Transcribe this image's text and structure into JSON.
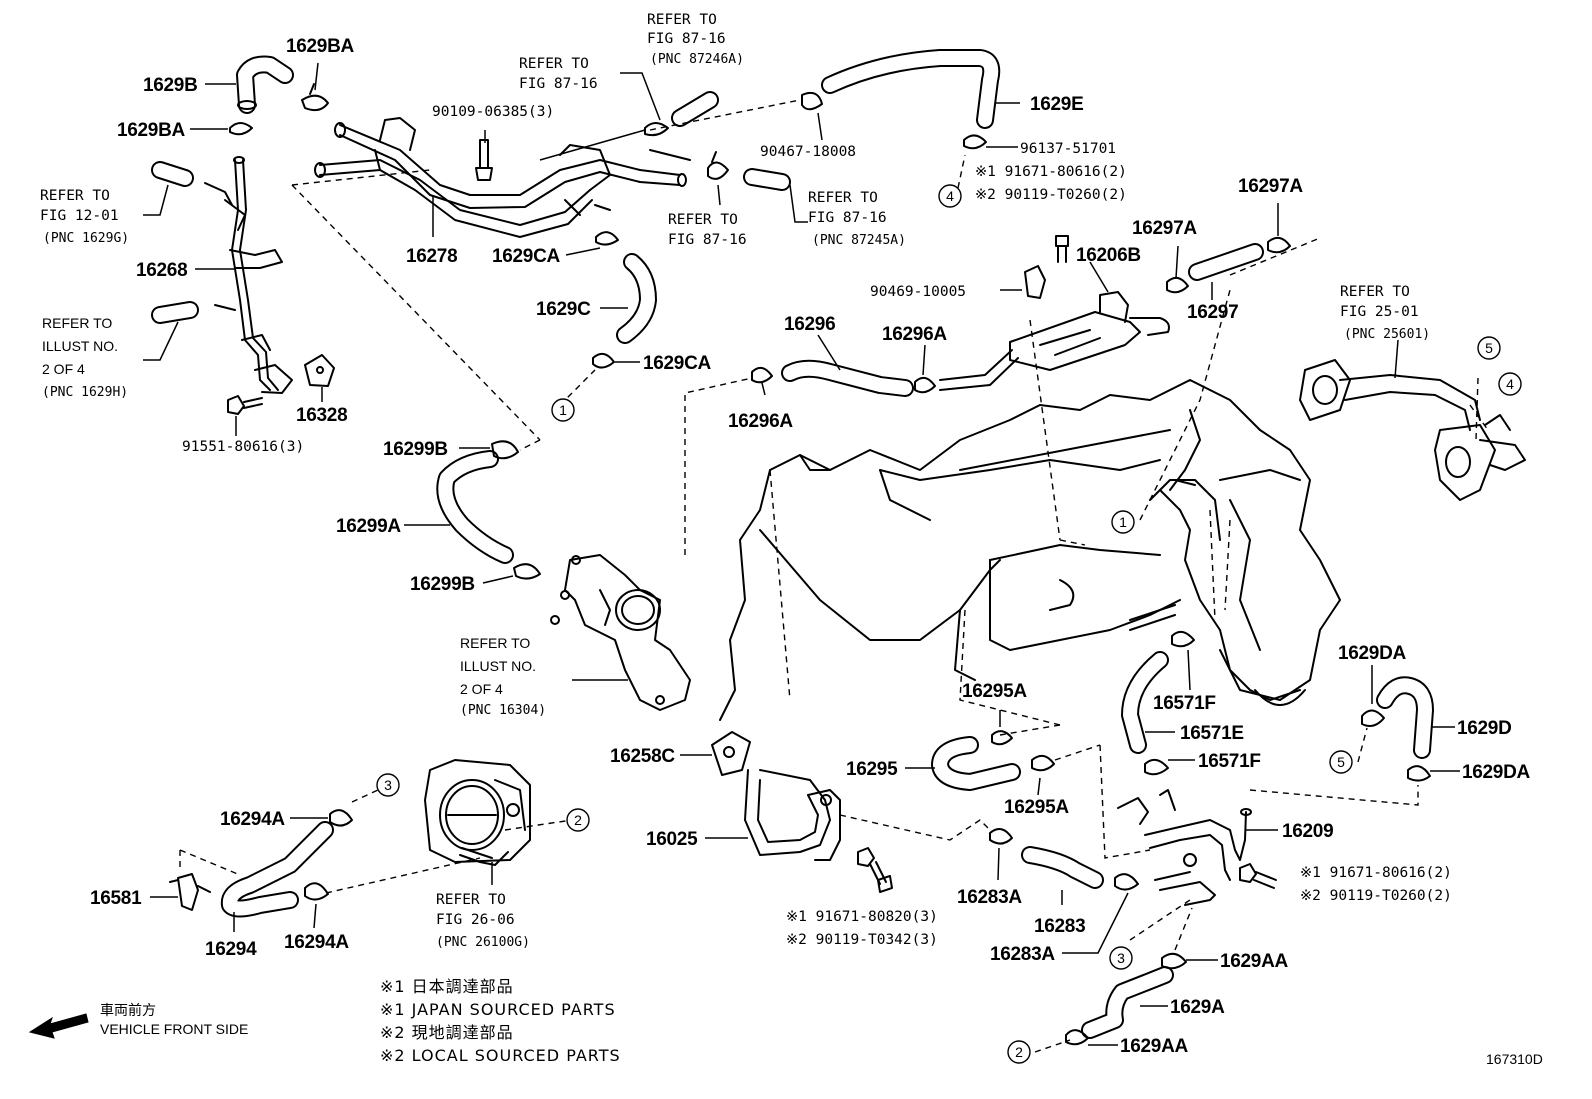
{
  "figure_code": "167310D",
  "labels": [
    {
      "id": "l1629ba-top",
      "text": "1629BA"
    },
    {
      "id": "l1629b",
      "text": "1629B"
    },
    {
      "id": "l1629ba-left",
      "text": "1629BA"
    },
    {
      "id": "l90109",
      "text": "90109-06385(3)"
    },
    {
      "id": "l16278",
      "text": "16278"
    },
    {
      "id": "l16268",
      "text": "16268"
    },
    {
      "id": "l16328",
      "text": "16328"
    },
    {
      "id": "l91551",
      "text": "91551-80616(3)"
    },
    {
      "id": "l1629ca-top",
      "text": "1629CA"
    },
    {
      "id": "l1629c",
      "text": "1629C"
    },
    {
      "id": "l1629ca-bot",
      "text": "1629CA"
    },
    {
      "id": "l16299b-top",
      "text": "16299B"
    },
    {
      "id": "l16299a",
      "text": "16299A"
    },
    {
      "id": "l16299b-bot",
      "text": "16299B"
    },
    {
      "id": "l90467",
      "text": "90467-18008"
    },
    {
      "id": "l1629e",
      "text": "1629E"
    },
    {
      "id": "l96137",
      "text": "96137-51701"
    },
    {
      "id": "l16297a-l",
      "text": "16297A"
    },
    {
      "id": "l16297a-r",
      "text": "16297A"
    },
    {
      "id": "l16297",
      "text": "16297"
    },
    {
      "id": "l16206b",
      "text": "16206B"
    },
    {
      "id": "l90469",
      "text": "90469-10005"
    },
    {
      "id": "l16296",
      "text": "16296"
    },
    {
      "id": "l16296a-r",
      "text": "16296A"
    },
    {
      "id": "l16296a-l",
      "text": "16296A"
    },
    {
      "id": "l16295a-top",
      "text": "16295A"
    },
    {
      "id": "l16295",
      "text": "16295"
    },
    {
      "id": "l16295a-bot",
      "text": "16295A"
    },
    {
      "id": "l16571f-top",
      "text": "16571F"
    },
    {
      "id": "l16571e",
      "text": "16571E"
    },
    {
      "id": "l16571f-bot",
      "text": "16571F"
    },
    {
      "id": "l1629da-top",
      "text": "1629DA"
    },
    {
      "id": "l1629d",
      "text": "1629D"
    },
    {
      "id": "l1629da-bot",
      "text": "1629DA"
    },
    {
      "id": "l16209",
      "text": "16209"
    },
    {
      "id": "l16258c",
      "text": "16258C"
    },
    {
      "id": "l16025",
      "text": "16025"
    },
    {
      "id": "l16283a-top",
      "text": "16283A"
    },
    {
      "id": "l16283",
      "text": "16283"
    },
    {
      "id": "l16283a-bot",
      "text": "16283A"
    },
    {
      "id": "l1629aa-top",
      "text": "1629AA"
    },
    {
      "id": "l1629a",
      "text": "1629A"
    },
    {
      "id": "l1629aa-bot",
      "text": "1629AA"
    },
    {
      "id": "l16294a-top",
      "text": "16294A"
    },
    {
      "id": "l16581",
      "text": "16581"
    },
    {
      "id": "l16294",
      "text": "16294"
    },
    {
      "id": "l16294a-bot",
      "text": "16294A"
    }
  ],
  "refs": {
    "fig87_16_top": [
      "REFER TO",
      "FIG 87-16",
      "(PNC 87246A)"
    ],
    "fig87_16_mid": [
      "REFER TO",
      "FIG 87-16"
    ],
    "fig87_16_low": [
      "REFER TO",
      "FIG 87-16"
    ],
    "fig87_16_right": [
      "REFER TO",
      "FIG 87-16",
      "(PNC 87245A)"
    ],
    "fig12_01": [
      "REFER TO",
      "FIG 12-01",
      "(PNC 1629G)"
    ],
    "illust_1629h": [
      "REFER TO",
      "ILLUST NO.",
      "2 OF 4",
      "(PNC 1629H)"
    ],
    "fig25_01": [
      "REFER TO",
      "FIG 25-01",
      "(PNC 25601)"
    ],
    "illust_16304": [
      "REFER TO",
      "ILLUST NO.",
      "2 OF 4",
      "(PNC 16304)"
    ],
    "fig26_06": [
      "REFER TO",
      "FIG 26-06",
      "(PNC 26100G)"
    ]
  },
  "alt_parts": {
    "upper_right": [
      "※1 91671-80616(2)",
      "※2 90119-T0260(2)"
    ],
    "lower_right": [
      "※1 91671-80616(2)",
      "※2 90119-T0260(2)"
    ],
    "lower_mid": [
      "※1 91671-80820(3)",
      "※2 90119-T0342(3)"
    ]
  },
  "circle_refs": [
    "1",
    "2",
    "3",
    "4",
    "5"
  ],
  "legend": {
    "line1": "※1 日本調達部品",
    "line2": "※1 JAPAN SOURCED PARTS",
    "line3": "※2 現地調達部品",
    "line4": "※2 LOCAL SOURCED PARTS"
  },
  "direction": {
    "jp": "車両前方",
    "en": "VEHICLE FRONT SIDE"
  },
  "icons": {
    "arrow": "vehicle-front-arrow-icon"
  }
}
